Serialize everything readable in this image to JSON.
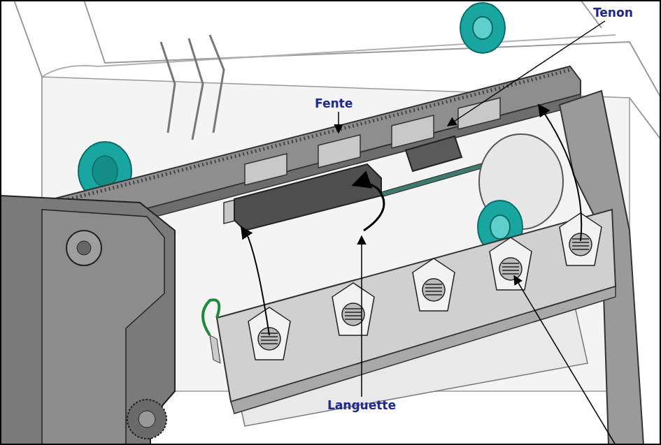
{
  "diagram": {
    "labels": [
      "Tenon",
      "Fente",
      "Languette"
    ]
  }
}
